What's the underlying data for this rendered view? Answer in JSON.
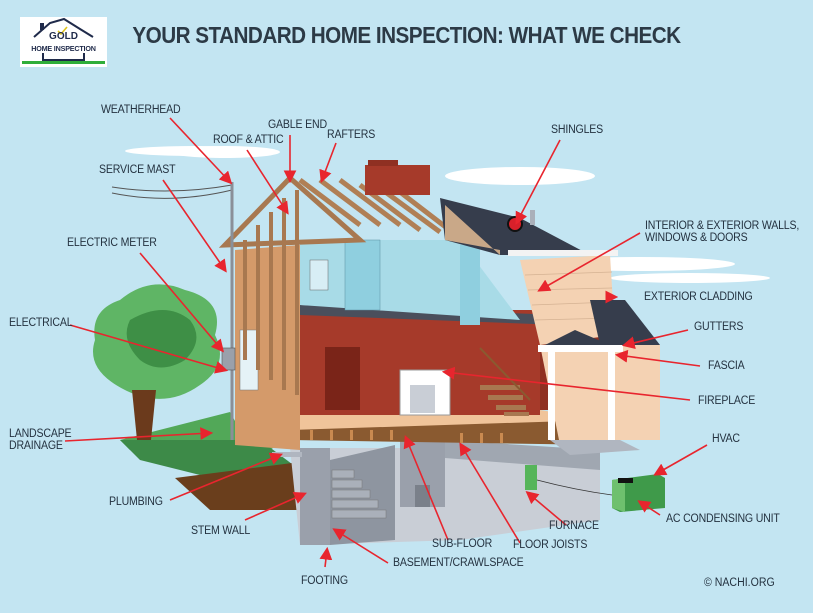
{
  "header": {
    "title": "YOUR STANDARD HOME INSPECTION: WHAT WE CHECK",
    "logo": {
      "line1": "GOLD",
      "line2": "HOME INSPECTION"
    }
  },
  "colors": {
    "background": "#c3e5f2",
    "arrow": "#e8252e",
    "text": "#243240",
    "brick": "#a63a2a",
    "roof": "#363d4c",
    "lumber": "#a87850",
    "grass": "#3f9a4a",
    "soil": "#6a3e1c",
    "concrete": "#9aa0ab"
  },
  "labels": {
    "weatherhead": "WEATHERHEAD",
    "gable_end": "GABLE END",
    "roof_attic": "ROOF & ATTIC",
    "rafters": "RAFTERS",
    "shingles": "SHINGLES",
    "service_mast": "SERVICE MAST",
    "walls_line1": "INTERIOR & EXTERIOR WALLS,",
    "walls_line2": "WINDOWS & DOORS",
    "electric_meter": "ELECTRIC METER",
    "exterior_cladding": "EXTERIOR CLADDING",
    "electrical": "ELECTRICAL",
    "gutters": "GUTTERS",
    "fascia": "FASCIA",
    "fireplace": "FIREPLACE",
    "landscape_line1": "LANDSCAPE",
    "landscape_line2": "DRAINAGE",
    "hvac": "HVAC",
    "plumbing": "PLUMBING",
    "ac_unit": "AC CONDENSING UNIT",
    "stem_wall": "STEM WALL",
    "furnace": "FURNACE",
    "sub_floor": "SUB-FLOOR",
    "floor_joists": "FLOOR JOISTS",
    "basement": "BASEMENT/CRAWLSPACE",
    "footing": "FOOTING"
  },
  "footer": {
    "copyright": "© NACHI.ORG"
  }
}
